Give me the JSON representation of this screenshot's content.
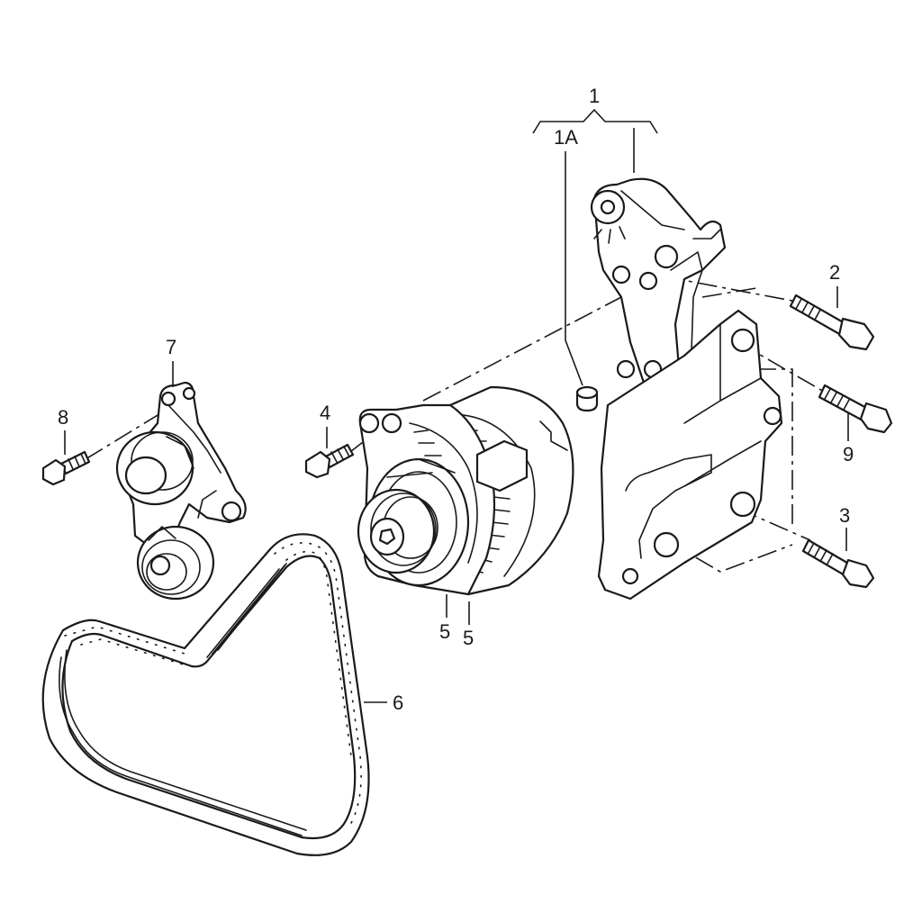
{
  "callouts": {
    "c1": "1",
    "c1a": "1A",
    "c2": "2",
    "c3": "3",
    "c4": "4",
    "c5a": "5",
    "c5b": "5",
    "c6": "6",
    "c7": "7",
    "c8": "8",
    "c9": "9"
  },
  "colors": {
    "line": "#1a1a1a",
    "background": "#ffffff"
  }
}
